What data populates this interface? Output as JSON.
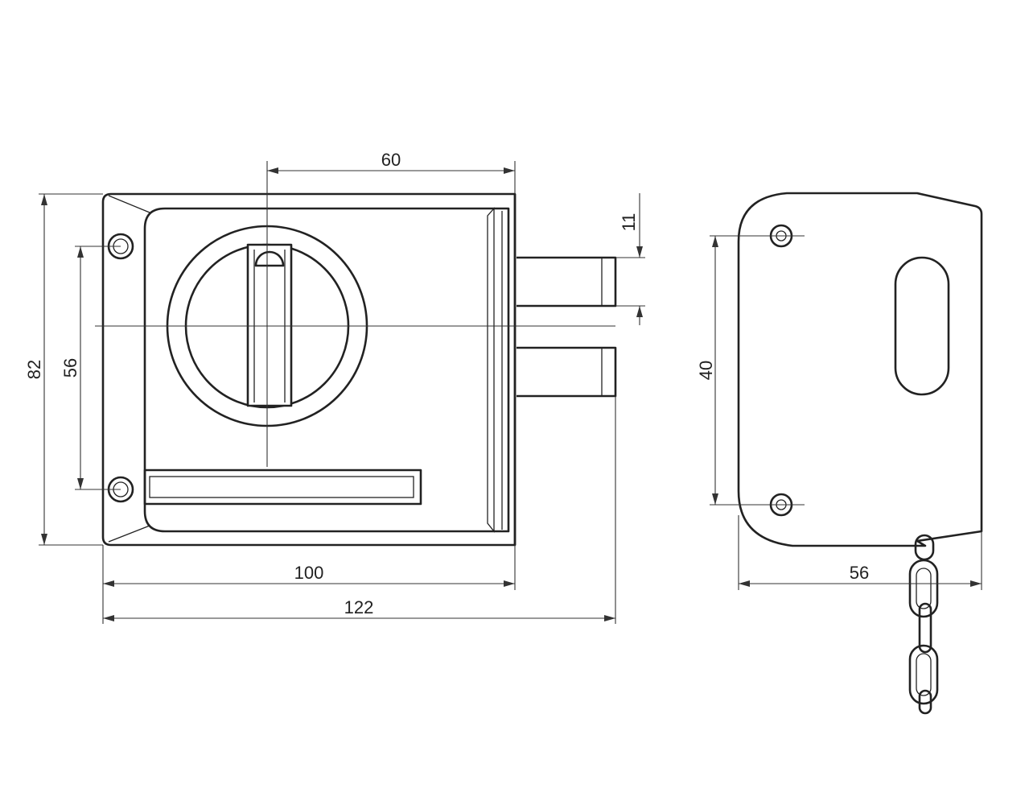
{
  "front_view": {
    "dim_width_body": "100",
    "dim_width_total": "122",
    "dim_height_total": "82",
    "dim_hole_spacing": "56",
    "dim_cylinder_offset": "60",
    "dim_bolt_thickness": "11"
  },
  "side_view": {
    "dim_depth": "56",
    "dim_hole_spacing": "40"
  }
}
